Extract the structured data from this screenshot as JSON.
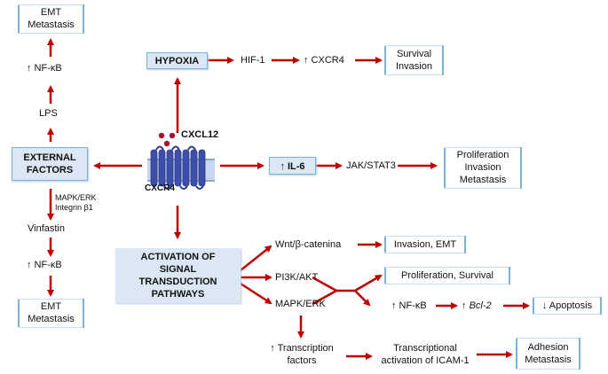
{
  "receptor": {
    "ligand": "CXCL12",
    "name": "CXCR4"
  },
  "hypoxia": {
    "label": "HYPOXIA",
    "hif": "HIF-1",
    "cxcr4": "↑ CXCR4",
    "outcome": [
      "Survival",
      "Invasion"
    ]
  },
  "il6": {
    "label": "↑ IL-6",
    "pathway": "JAK/STAT3",
    "outcome": [
      "Proliferation",
      "Invasion",
      "Metastasis"
    ]
  },
  "external": {
    "label": [
      "EXTERNAL",
      "FACTORS"
    ],
    "up_lps": "LPS",
    "up_nfkb": "↑ NF-κB",
    "up_outcome": [
      "EMT",
      "Metastasis"
    ],
    "down_edge": [
      "MAPK/ERK",
      "Integrin β1"
    ],
    "vinfastin": "Vinfastin",
    "down_nfkb": "↑ NF-κB",
    "down_outcome": [
      "EMT",
      "Metastasis"
    ]
  },
  "signaling": {
    "label": [
      "ACTIVATION OF",
      "SIGNAL",
      "TRANSDUCTION",
      "PATHWAYS"
    ],
    "wnt": "Wnt/β-catenina",
    "wnt_outcome": "Invasion, EMT",
    "pi3k": "PI3K/AKT",
    "mapk": "MAPK/ERK",
    "prolif_survival": "Proliferation, Survival",
    "nfkb": "↑ NF-κB",
    "bcl2_prefix": "↑ ",
    "bcl2_gene": "Bcl-2",
    "apoptosis": "↓ Apoptosis",
    "tf": [
      "↑ Transcription",
      "factors"
    ],
    "icam": [
      "Transcriptional",
      "activation of ICAM-1"
    ],
    "icam_outcome": [
      "Adhesion",
      "Metastasis"
    ]
  },
  "colors": {
    "arrow": "#c00000",
    "ligand": "#a5102a",
    "receptor": "#3d4fa8",
    "box_border": "#7bb3d8",
    "box_fill": "#dbe8f4"
  }
}
